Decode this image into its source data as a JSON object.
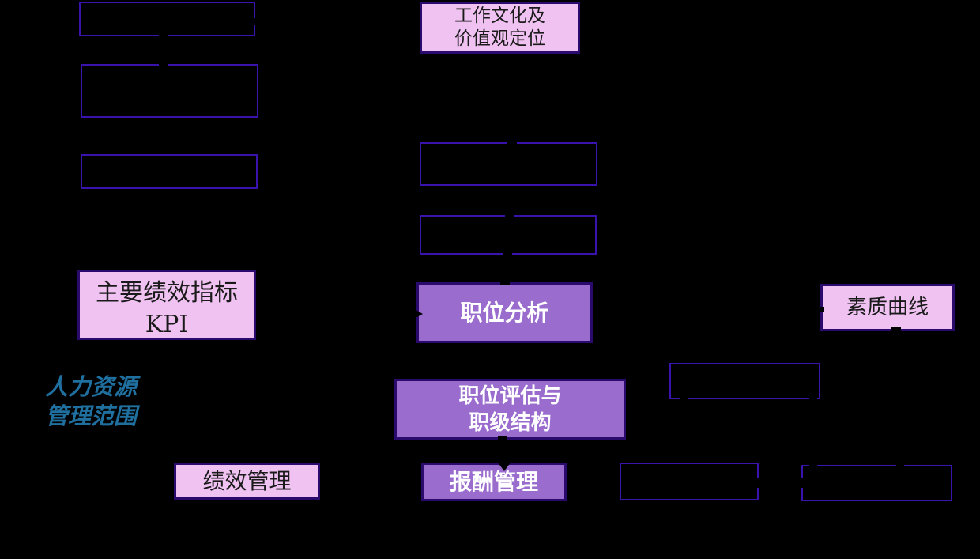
{
  "diagram": {
    "colors": {
      "background": "#000000",
      "pink_fill": "#F0C2F2",
      "purple_fill": "#9A6CCE",
      "empty_box_border": "#3913AB",
      "filled_box_border": "#2B0A6E",
      "scope_label_blue": "#1F6F9F",
      "dark_text": "#1A1A1A",
      "light_text": "#FFFFFF"
    },
    "scope_label": {
      "line1": "人力资源",
      "line2": "管理范围"
    },
    "boxes": {
      "culture": {
        "line1": "工作文化及",
        "line2": "价值观定位"
      },
      "kpi": {
        "line1": "主要绩效指标",
        "line2": "KPI"
      },
      "job_analysis": {
        "label": "职位分析"
      },
      "quality_curve": {
        "label": "素质曲线"
      },
      "job_evaluation": {
        "line1": "职位评估与",
        "line2": "职级结构"
      },
      "performance": {
        "label": "绩效管理"
      },
      "compensation": {
        "label": "报酬管理"
      }
    }
  }
}
